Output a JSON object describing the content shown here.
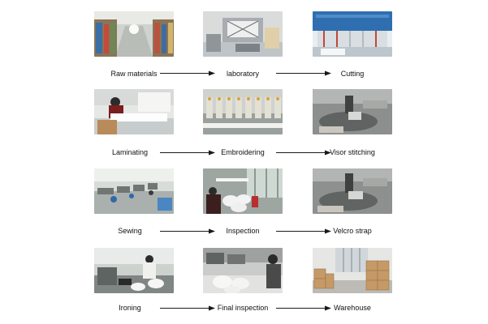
{
  "colors": {
    "background": "#ffffff",
    "text": "#111111",
    "arrow": "#1a1a1a",
    "factory_blue": "#2f6fb0",
    "equipment_gray": "#bfc4c8",
    "cap_white": "#f3f3f3",
    "cardboard": "#c59a67"
  },
  "flow": {
    "rows": [
      {
        "steps": [
          {
            "label": "Raw materials",
            "photo": "warehouse-aisle-photo"
          },
          {
            "label": "laboratory",
            "photo": "lab-machine-photo"
          },
          {
            "label": "Cutting",
            "photo": "cutting-machine-photo"
          }
        ]
      },
      {
        "steps": [
          {
            "label": "Laminating",
            "photo": "laminating-table-photo"
          },
          {
            "label": "Embroidering",
            "photo": "embroidery-machines-photo"
          },
          {
            "label": "Visor stitching",
            "photo": "visor-stitching-photo"
          }
        ]
      },
      {
        "steps": [
          {
            "label": "Sewing",
            "photo": "sewing-floor-photo"
          },
          {
            "label": "Inspection",
            "photo": "cap-inspection-photo"
          },
          {
            "label": "Velcro strap",
            "photo": "velcro-strap-photo"
          }
        ]
      },
      {
        "steps": [
          {
            "label": "Ironing",
            "photo": "ironing-station-photo"
          },
          {
            "label": "Final inspection",
            "photo": "final-inspection-photo"
          },
          {
            "label": "Warehouse",
            "photo": "warehouse-boxes-photo"
          }
        ]
      }
    ]
  }
}
